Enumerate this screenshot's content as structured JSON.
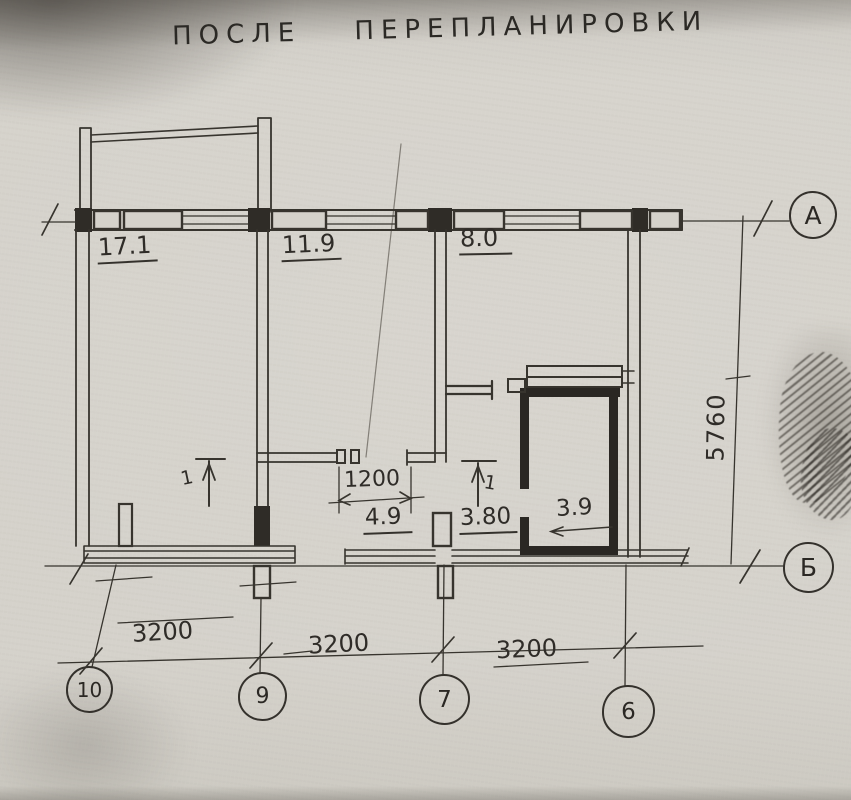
{
  "title": "ПОСЛЕ ПЕРЕПЛАНИРОВКИ",
  "rooms": {
    "r171": "17.1",
    "r119": "11.9",
    "r80": "8.0",
    "r49": "4.9",
    "r380": "3.80",
    "r39": "3.9"
  },
  "dimensions": {
    "opening": "1200",
    "span1": "3200",
    "span2": "3200",
    "span3": "3200",
    "height": "5760"
  },
  "axes": {
    "a": "А",
    "b": "Б",
    "n10": "10",
    "n9": "9",
    "n7": "7",
    "n6": "6"
  },
  "door_marks": {
    "m1": "1",
    "m2": "1"
  },
  "colors": {
    "paper": "#d4d1ca",
    "ink": "#37342e",
    "wall_fill": "#2a2723"
  }
}
